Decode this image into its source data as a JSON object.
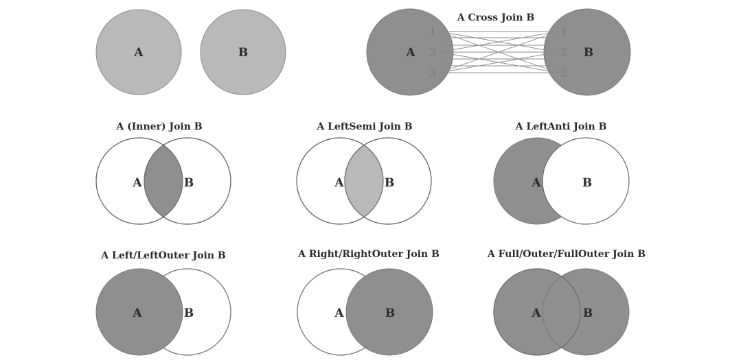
{
  "colors": {
    "fill_dark": "#8f8f8f",
    "fill_light": "#b9b9b9",
    "stroke": "#6a6a6a",
    "background": "#ffffff"
  },
  "set_a_label": "A",
  "set_b_label": "B",
  "cross_join": {
    "caption": "A Cross Join B",
    "a_rows": [
      "1",
      "2",
      "3"
    ],
    "b_rows": [
      "1",
      "2",
      "3"
    ]
  },
  "inner_join": {
    "caption": "A (Inner) Join B"
  },
  "left_semi_join": {
    "caption": "A LeftSemi Join B"
  },
  "left_anti_join": {
    "caption": "A LeftAnti Join B"
  },
  "left_outer_join": {
    "caption": "A Left/LeftOuter Join B"
  },
  "right_outer_join": {
    "caption": "A Right/RightOuter Join B"
  },
  "full_outer_join": {
    "caption": "A Full/Outer/FullOuter Join B"
  }
}
